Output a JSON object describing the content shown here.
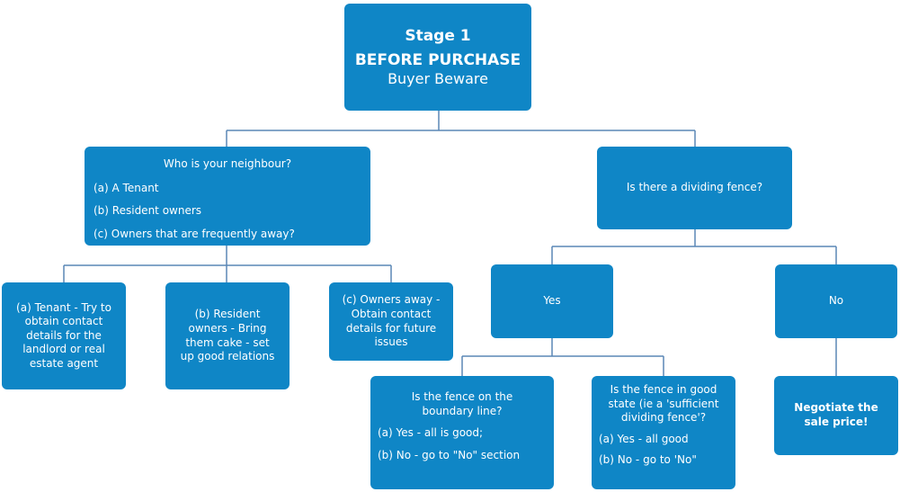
{
  "root": {
    "stage": "Stage 1",
    "title": "BEFORE PURCHASE",
    "subtitle": "Buyer Beware"
  },
  "neighbour": {
    "question": "Who is your neighbour?",
    "options": [
      "(a) A Tenant",
      "(b) Resident owners",
      "(c) Owners that are frequently away?"
    ]
  },
  "fence_question": "Is there a dividing fence?",
  "tenant_advice": [
    "(a) Tenant - Try to",
    "obtain contact",
    "details for the",
    "landlord or real",
    "estate agent"
  ],
  "resident_advice": [
    "(b) Resident",
    "owners - Bring",
    "them cake - set",
    "up good relations"
  ],
  "away_advice": [
    "(c) Owners away -",
    "Obtain contact",
    "details for future",
    "issues"
  ],
  "yes_label": "Yes",
  "no_label": "No",
  "boundary": {
    "question": [
      "Is the fence on the",
      "boundary line?"
    ],
    "options": [
      "(a) Yes - all is good;",
      "(b) No - go to \"No\" section"
    ]
  },
  "good_state": {
    "question": [
      "Is the fence in good",
      "state (ie a 'sufficient",
      "dividing fence'?"
    ],
    "options": [
      "(a) Yes - all good",
      "(b) No - go to 'No\""
    ]
  },
  "negotiate": [
    "Negotiate the",
    "sale price!"
  ],
  "colors": {
    "box": "#0f86c6",
    "line": "#5a87b5",
    "text": "#ffffff"
  }
}
